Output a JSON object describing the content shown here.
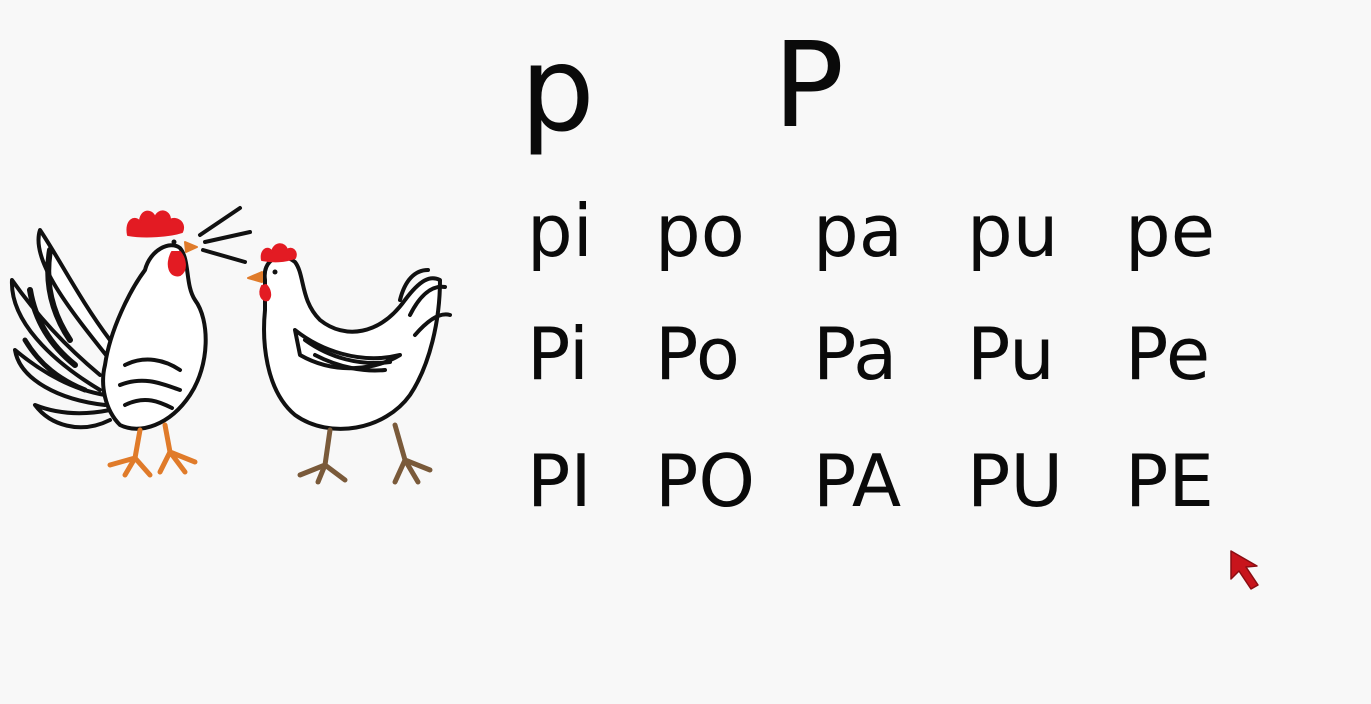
{
  "letters": {
    "lowercase": "p",
    "uppercase": "P"
  },
  "syllable_rows": [
    [
      "pi",
      "po",
      "pa",
      "pu",
      "pe"
    ],
    [
      "Pi",
      "Po",
      "Pa",
      "Pu",
      "Pe"
    ],
    [
      "PI",
      "PO",
      "PA",
      "PU",
      "PE"
    ]
  ],
  "colors": {
    "background": "#f8f8f8",
    "text": "#0a0a0a",
    "comb": "#e31b23",
    "feet": "#e07b2a",
    "cursor": "#c8141c"
  },
  "icons": {
    "illustration": "rooster-and-hen",
    "pointer": "mouse-cursor-arrow"
  }
}
